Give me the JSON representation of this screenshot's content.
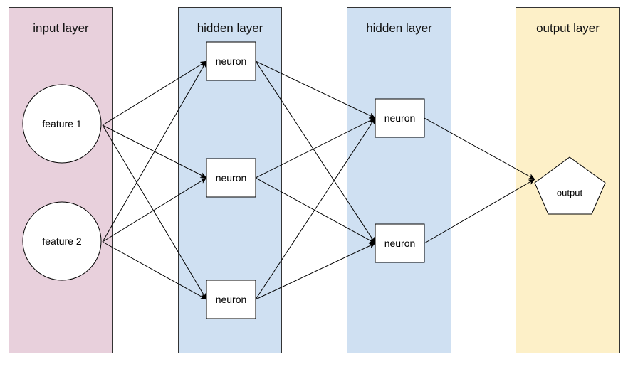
{
  "layers": [
    {
      "title": "input layer",
      "color": "#e8d0dc"
    },
    {
      "title": "hidden layer",
      "color": "#cfe0f2"
    },
    {
      "title": "hidden layer",
      "color": "#cfe0f2"
    },
    {
      "title": "output layer",
      "color": "#fdf0c8"
    }
  ],
  "nodes": {
    "feature1": "feature 1",
    "feature2": "feature 2",
    "h1a": "neuron",
    "h1b": "neuron",
    "h1c": "neuron",
    "h2a": "neuron",
    "h2b": "neuron",
    "output": "output"
  },
  "edges": [
    [
      "feature1",
      "h1a"
    ],
    [
      "feature1",
      "h1b"
    ],
    [
      "feature1",
      "h1c"
    ],
    [
      "feature2",
      "h1a"
    ],
    [
      "feature2",
      "h1b"
    ],
    [
      "feature2",
      "h1c"
    ],
    [
      "h1a",
      "h2a"
    ],
    [
      "h1a",
      "h2b"
    ],
    [
      "h1b",
      "h2a"
    ],
    [
      "h1b",
      "h2b"
    ],
    [
      "h1c",
      "h2a"
    ],
    [
      "h1c",
      "h2b"
    ],
    [
      "h2a",
      "output"
    ],
    [
      "h2b",
      "output"
    ]
  ]
}
